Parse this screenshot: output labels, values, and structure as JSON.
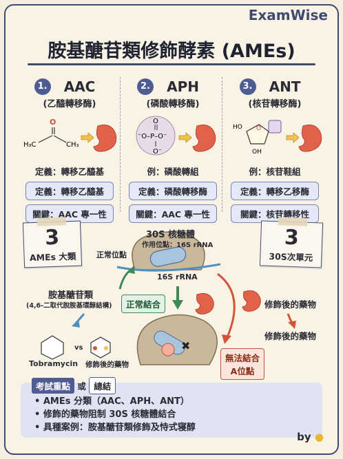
{
  "brand": "ExamWise",
  "title": "胺基醣苷類修飾酵素 (AMEs)",
  "enzymes": [
    {
      "num": "1.",
      "name": "AAC",
      "sub": "(乙醯轉移酶)",
      "chem": "H₃C–C–CH₃",
      "row1": "定義：轉移乙醯基",
      "row2": "定義：轉移乙醯基",
      "row3": "關鍵：AAC 專一性"
    },
    {
      "num": "2.",
      "name": "APH",
      "sub": "(磷酸轉移酶)",
      "chem": "⁻O–P–O⁻",
      "row1": "例：磷酸轉組",
      "row2": "定義：磷酸轉移酶",
      "row3": "關鍵：AAC 專一性"
    },
    {
      "num": "3.",
      "name": "ANT",
      "sub": "(核苷轉移酶)",
      "chem": "HO / OH",
      "row1": "例：核苷鞋組",
      "row2": "定義：轉移乙移酶",
      "row3": "關鍵：核苷轉移性"
    }
  ],
  "notes": {
    "left": {
      "big": "3",
      "small": "AMEs 大類"
    },
    "right": {
      "big": "3",
      "small": "30S次單元"
    }
  },
  "diagram": {
    "ribosome_title": "30S 核糖體",
    "ribosome_site": "作用位點：16S rRNA",
    "normal_site": "正常位點",
    "rrna": "16S rRNA",
    "aminoglycoside": "胺基醣苷類",
    "aminoglycoside_sub": "(4,6-二取代脫胺基環醇結構)",
    "normal_binding": "正常結合",
    "modified_drug_1": "修飾後的藥物",
    "modified_drug_2": "修飾後的藥物",
    "no_binding_1": "無法結合",
    "no_binding_2": "A位點",
    "tobramycin": "Tobramycin",
    "vs": "vs",
    "modified_drug_3": "修飾後的藥物"
  },
  "summary": {
    "tag_a": "考試重點",
    "or": "或",
    "tag_b": "總結",
    "items": [
      "• AMEs 分類（AAC、APH、ANT）",
      "• 修飾的藥物阻制 30S 核糖體結合",
      "• 具種案例：胺基醣苷類修飾及恃式寝醇"
    ]
  },
  "byline": "by",
  "colors": {
    "accent": "#4f5b93",
    "ribosome": "#c9b99a",
    "enzyme": "#e0624a",
    "green": "#3c8a55"
  }
}
